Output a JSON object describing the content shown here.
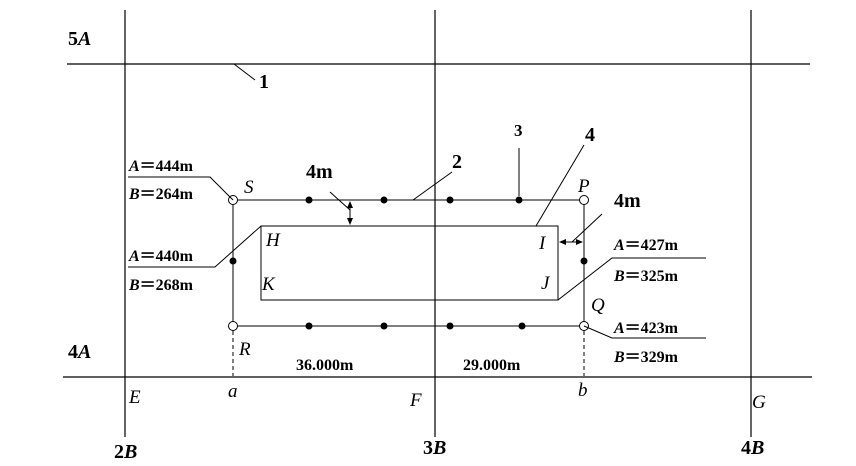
{
  "grid": {
    "row_top": {
      "prefix": "5",
      "suffix": "A"
    },
    "row_bottom": {
      "prefix": "4",
      "suffix": "A"
    },
    "col_left": {
      "prefix": "2",
      "suffix": "B"
    },
    "col_mid": {
      "prefix": "3",
      "suffix": "B"
    },
    "col_right": {
      "prefix": "4",
      "suffix": "B"
    }
  },
  "callouts": {
    "c1": "1",
    "c2": "2",
    "c3": "3",
    "c4": "4"
  },
  "offset_top": "4m",
  "offset_right": "4m",
  "points": {
    "S": "S",
    "P": "P",
    "Q": "Q",
    "R": "R",
    "H": "H",
    "I": "I",
    "J": "J",
    "K": "K",
    "E": "E",
    "F": "F",
    "G": "G",
    "a": "a",
    "b": "b"
  },
  "coords": {
    "S": {
      "a_var": "A",
      "a_val": "＝444m",
      "b_var": "B",
      "b_val": "＝264m"
    },
    "H": {
      "a_var": "A",
      "a_val": "＝440m",
      "b_var": "B",
      "b_val": "＝268m"
    },
    "J": {
      "a_var": "A",
      "a_val": "＝427m",
      "b_var": "B",
      "b_val": "＝325m"
    },
    "Q": {
      "a_var": "A",
      "a_val": "＝423m",
      "b_var": "B",
      "b_val": "＝329m"
    }
  },
  "distances": {
    "left": "36.000m",
    "right": "29.000m"
  }
}
